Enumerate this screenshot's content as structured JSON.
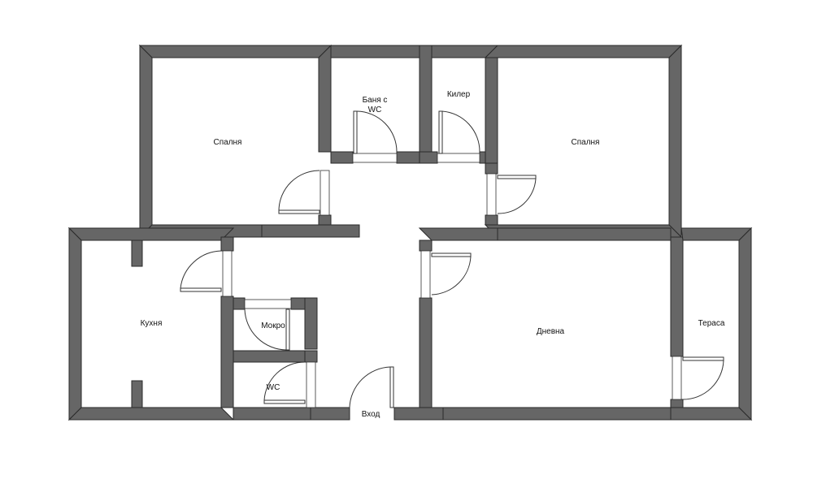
{
  "plan": {
    "wall_color": "#666666",
    "outline_color": "#2a2a2a",
    "rooms": [
      {
        "id": "bedroom-1",
        "label": "Спалня"
      },
      {
        "id": "bathroom-wc",
        "label_line1": "Баня с",
        "label_line2": "WC"
      },
      {
        "id": "pantry",
        "label": "Килер"
      },
      {
        "id": "bedroom-2",
        "label": "Спалня"
      },
      {
        "id": "kitchen",
        "label": "Кухня"
      },
      {
        "id": "laundry",
        "label": "Мокро"
      },
      {
        "id": "wc",
        "label": "WC"
      },
      {
        "id": "living-room",
        "label": "Дневна"
      },
      {
        "id": "terrace",
        "label": "Тераса"
      },
      {
        "id": "entrance",
        "label": "Вход"
      }
    ]
  }
}
